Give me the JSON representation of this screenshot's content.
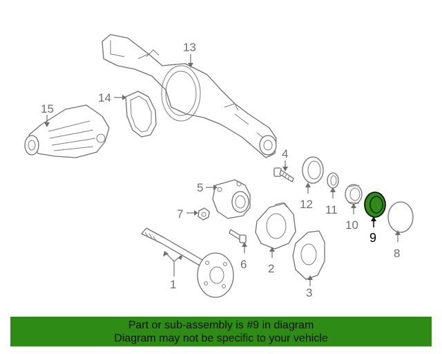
{
  "diagram": {
    "callouts": [
      "1",
      "2",
      "3",
      "4",
      "5",
      "6",
      "7",
      "8",
      "9",
      "10",
      "11",
      "12",
      "13",
      "14",
      "15"
    ],
    "highlighted_part": "9",
    "colors": {
      "highlight_fill": "#2e8b16",
      "line": "#6e6e6e",
      "banner": "#2e8b16"
    }
  },
  "banner": {
    "line1": "Part or sub-assembly is #9 in diagram",
    "line2": "Diagram may not be specific to your vehicle"
  }
}
